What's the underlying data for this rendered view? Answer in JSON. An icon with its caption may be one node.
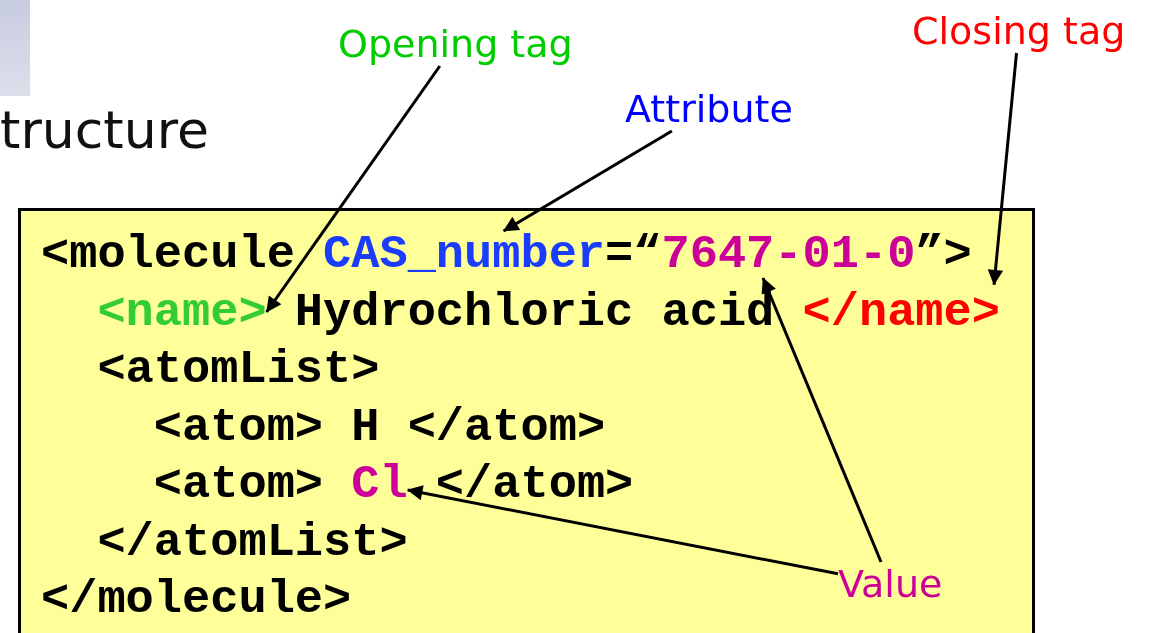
{
  "diagram": {
    "title": "tructure",
    "nodes": [
      {
        "text": [
          "Opening tag"
        ]
      },
      {
        "text": [
          "Attribute"
        ]
      },
      {
        "text": [
          "Closing tag"
        ]
      },
      {
        "text": [
          "Value"
        ],
        "in": 4
      },
      {
        "text": [
          "<molecule",
          "=“",
          "”>",
          "Hydrochloric acid",
          "<atomList>",
          "<atom> H </atom>",
          "<atom>",
          "</atom>",
          "</atomList>",
          "</molecule>"
        ]
      },
      {
        "text": [
          "CAS_number"
        ],
        "in": 4
      },
      {
        "text": [
          "7647-01-0"
        ],
        "in": 4
      },
      {
        "text": [
          "<name>"
        ],
        "in": 4
      },
      {
        "text": [
          "</name>"
        ],
        "in": 4
      },
      {
        "text": [
          "Cl"
        ],
        "in": 4
      },
      {
        "text": [],
        "shape": "bar"
      }
    ],
    "edges": [
      {
        "from": 0,
        "to": 7,
        "arrow": "to"
      },
      {
        "from": 1,
        "to": 5,
        "arrow": "to"
      },
      {
        "from": 2,
        "to": 8,
        "arrow": "to"
      },
      {
        "from": 3,
        "to": 6,
        "arrow": "to"
      },
      {
        "from": 3,
        "to": 9,
        "arrow": "to"
      }
    ]
  }
}
